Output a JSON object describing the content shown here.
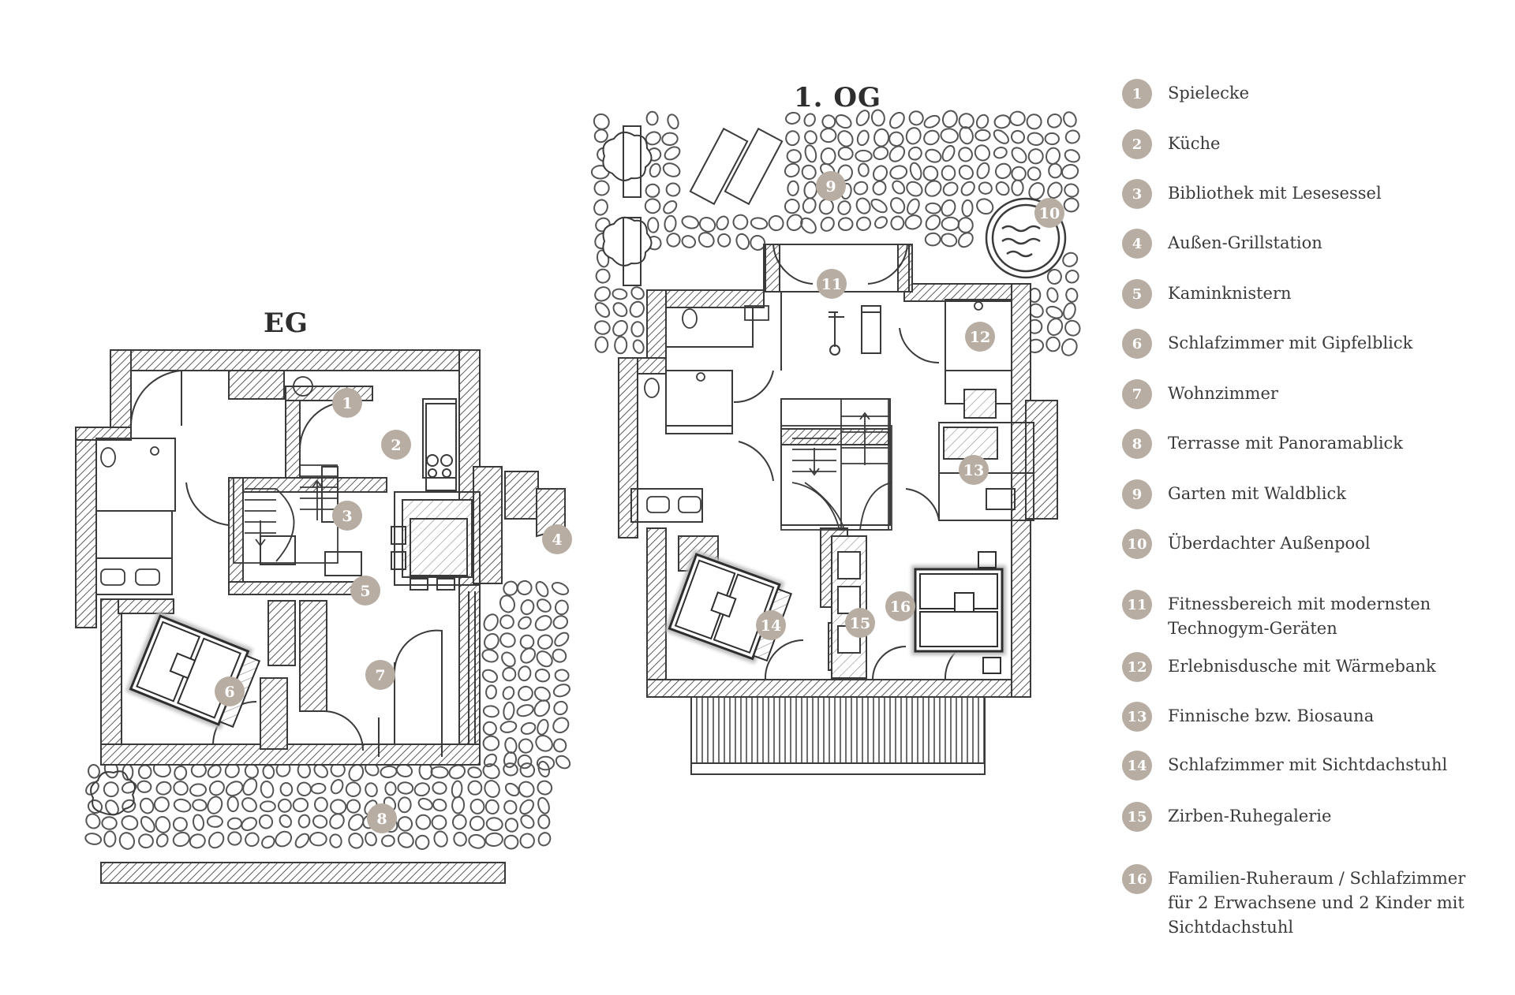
{
  "floors": {
    "eg": {
      "title": "EG"
    },
    "og": {
      "title": "1. OG"
    }
  },
  "colors": {
    "marker": "#b7ada2",
    "line": "#4a4a4a",
    "hatch": "#5a5a5a"
  },
  "legend": [
    {
      "num": "1",
      "label": "Spielecke"
    },
    {
      "num": "2",
      "label": "Küche"
    },
    {
      "num": "3",
      "label": "Bibliothek mit Lesesessel"
    },
    {
      "num": "4",
      "label": "Außen-Grillstation"
    },
    {
      "num": "5",
      "label": "Kaminknistern"
    },
    {
      "num": "6",
      "label": "Schlafzimmer mit Gipfelblick"
    },
    {
      "num": "7",
      "label": "Wohnzimmer"
    },
    {
      "num": "8",
      "label": "Terrasse mit Panoramablick"
    },
    {
      "num": "9",
      "label": "Garten mit Waldblick"
    },
    {
      "num": "10",
      "label": "Überdachter Außenpool"
    },
    {
      "num": "11",
      "label": "Fitnessbereich mit modernsten Technogym-Geräten"
    },
    {
      "num": "12",
      "label": "Erlebnisdusche mit Wärmebank"
    },
    {
      "num": "13",
      "label": "Finnische bzw. Biosauna"
    },
    {
      "num": "14",
      "label": "Schlafzimmer mit Sichtdachstuhl"
    },
    {
      "num": "15",
      "label": "Zirben-Ruhegalerie"
    },
    {
      "num": "16",
      "label": "Familien-Ruheraum /  Schlafzimmer für 2 Erwachsene und 2 Kinder mit Sichtdachstuhl"
    }
  ],
  "markers": {
    "m1": "1",
    "m2": "2",
    "m3": "3",
    "m4": "4",
    "m5": "5",
    "m6": "6",
    "m7": "7",
    "m8": "8",
    "m9": "9",
    "m10": "10",
    "m11": "11",
    "m12": "12",
    "m13": "13",
    "m14": "14",
    "m15": "15",
    "m16": "16"
  }
}
